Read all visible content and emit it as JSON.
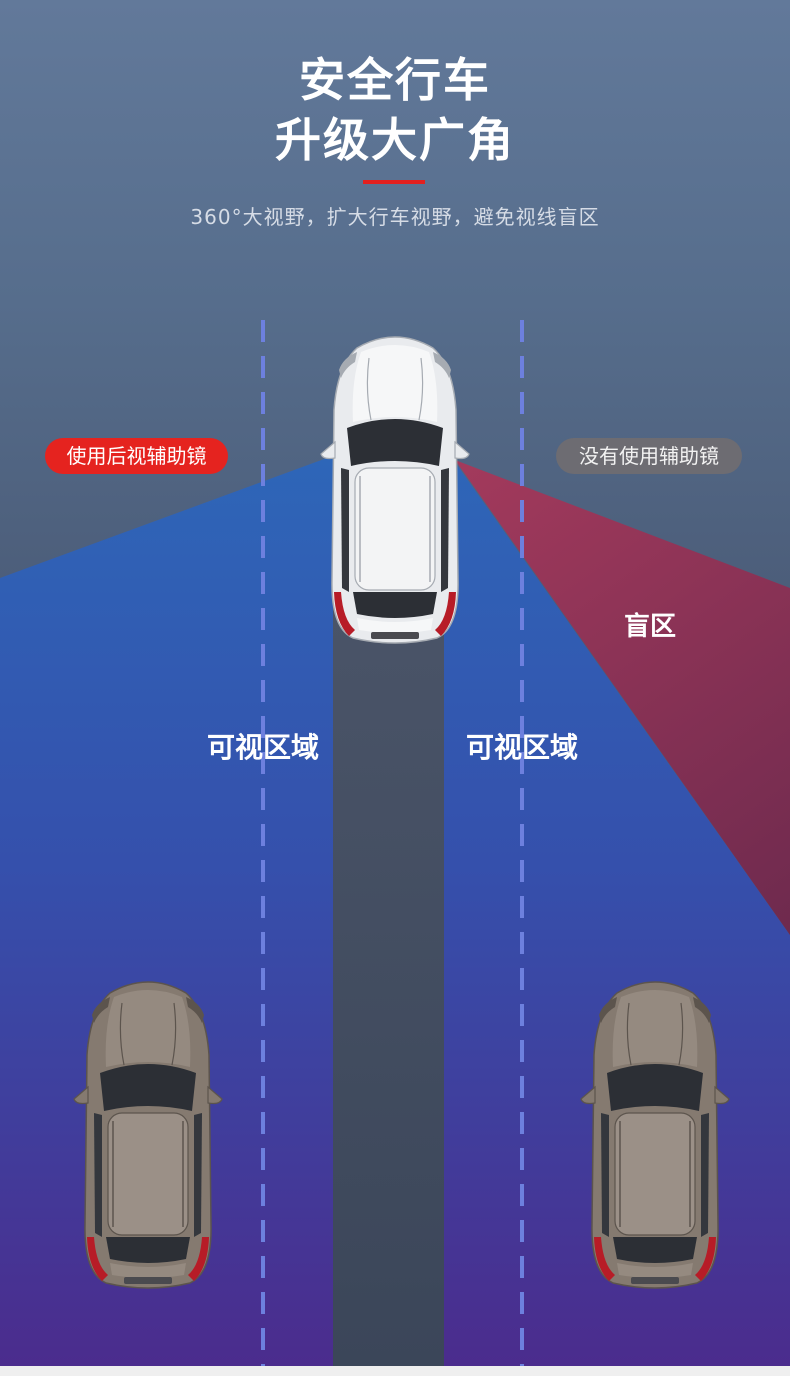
{
  "title": {
    "line1": "安全行车",
    "line2": "升级大广角"
  },
  "subtitle": "360°大视野，扩大行车视野，避免视线盲区",
  "labels": {
    "with_mirror": "使用后视辅助镜",
    "without_mirror": "没有使用辅助镜",
    "blind_zone": "盲区",
    "visible_left": "可视区域",
    "visible_right": "可视区域"
  },
  "colors": {
    "accent_red": "#e3201f",
    "visible_zone_top": "#2e66b8",
    "visible_zone_bottom": "#4b2c8d",
    "blind_zone": "#933457",
    "lane_dash": "#6d80de",
    "road": "#3b4659",
    "white_car_body": "#e9ebee",
    "taupe_car_body": "#857a70"
  },
  "icons": {
    "top_car": "white-car-top-view-icon",
    "bottom_left_car": "taupe-car-top-view-icon",
    "bottom_right_car": "taupe-car-top-view-icon"
  }
}
